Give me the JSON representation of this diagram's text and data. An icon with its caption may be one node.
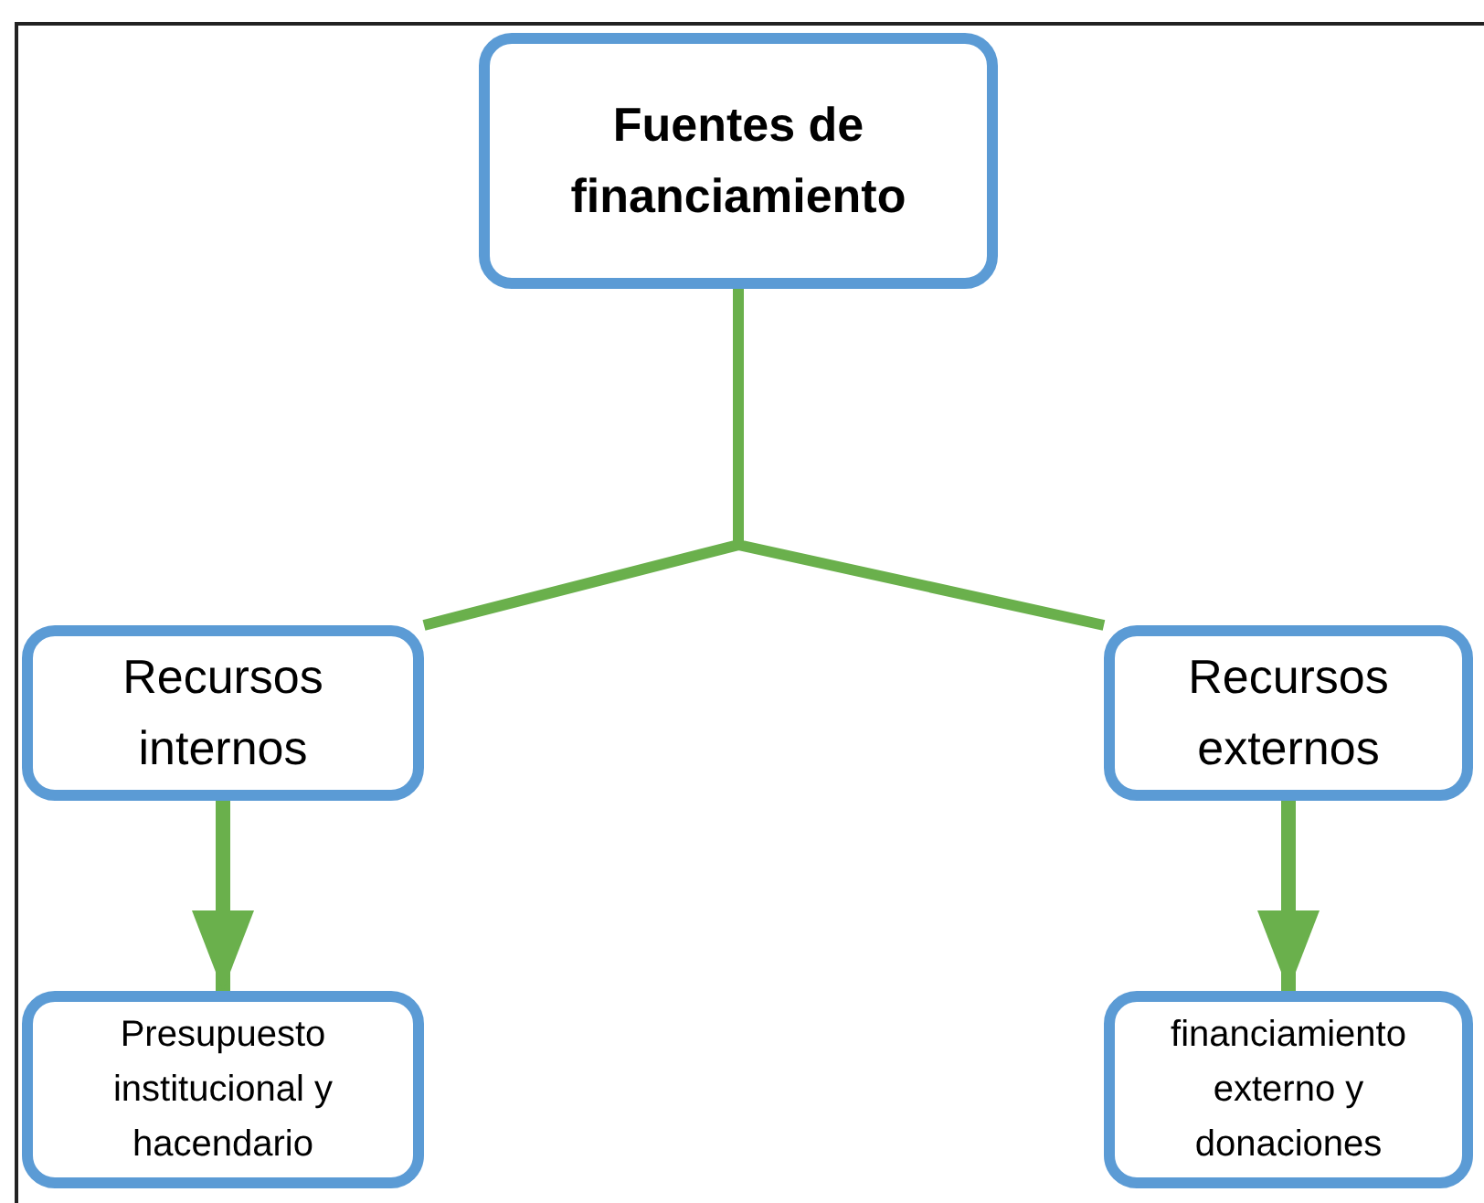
{
  "diagram": {
    "nodes": [
      {
        "text": [
          "Fuentes de financiamiento"
        ]
      },
      {
        "text": [
          "Recursos internos"
        ]
      },
      {
        "text": [
          "Recursos externos"
        ]
      },
      {
        "text": [
          "Presupuesto institucional y hacendario"
        ]
      },
      {
        "text": [
          "financiamiento externo y donaciones"
        ]
      }
    ],
    "edges": [
      {
        "from": 0,
        "to": 1,
        "arrow": "none"
      },
      {
        "from": 0,
        "to": 2,
        "arrow": "none"
      },
      {
        "from": 1,
        "to": 3,
        "arrow": "to"
      },
      {
        "from": 2,
        "to": 4,
        "arrow": "to"
      }
    ]
  }
}
